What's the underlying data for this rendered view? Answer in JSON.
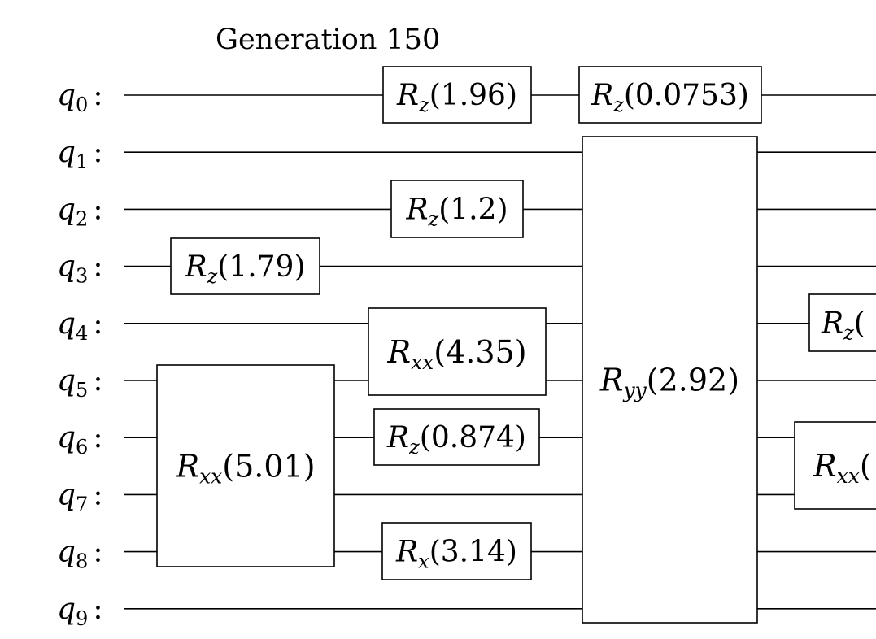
{
  "title": "Generation 150",
  "qubits": [
    "q0",
    "q1",
    "q2",
    "q3",
    "q4",
    "q5",
    "q6",
    "q7",
    "q8",
    "q9"
  ],
  "gates": [
    {
      "id": "g-rz-q3",
      "name": "R",
      "sub": "z",
      "param": "1.79",
      "qubits": [
        3
      ]
    },
    {
      "id": "g-rxx-q5-q8",
      "name": "R",
      "sub": "xx",
      "param": "5.01",
      "qubits": [
        5,
        6,
        7,
        8
      ]
    },
    {
      "id": "g-rz-q0",
      "name": "R",
      "sub": "z",
      "param": "1.96",
      "qubits": [
        0
      ]
    },
    {
      "id": "g-rz-q2",
      "name": "R",
      "sub": "z",
      "param": "1.2",
      "qubits": [
        2
      ]
    },
    {
      "id": "g-rxx-q4-q5",
      "name": "R",
      "sub": "xx",
      "param": "4.35",
      "qubits": [
        4,
        5
      ]
    },
    {
      "id": "g-rz-q6",
      "name": "R",
      "sub": "z",
      "param": "0.874",
      "qubits": [
        6
      ]
    },
    {
      "id": "g-rx-q8",
      "name": "R",
      "sub": "x",
      "param": "3.14",
      "qubits": [
        8
      ]
    },
    {
      "id": "g-rz-q0b",
      "name": "R",
      "sub": "z",
      "param": "0.0753",
      "qubits": [
        0
      ]
    },
    {
      "id": "g-ryy-q1-q9",
      "name": "R",
      "sub": "yy",
      "param": "2.92",
      "qubits": [
        1,
        2,
        3,
        4,
        5,
        6,
        7,
        8,
        9
      ]
    },
    {
      "id": "g-rz-q4-partial",
      "name": "R",
      "sub": "z",
      "param": "",
      "qubits": [
        4
      ],
      "clipped": true
    },
    {
      "id": "g-rxx-q6-q7-partial",
      "name": "R",
      "sub": "xx",
      "param": "",
      "qubits": [
        6,
        7
      ],
      "clipped": true
    }
  ]
}
